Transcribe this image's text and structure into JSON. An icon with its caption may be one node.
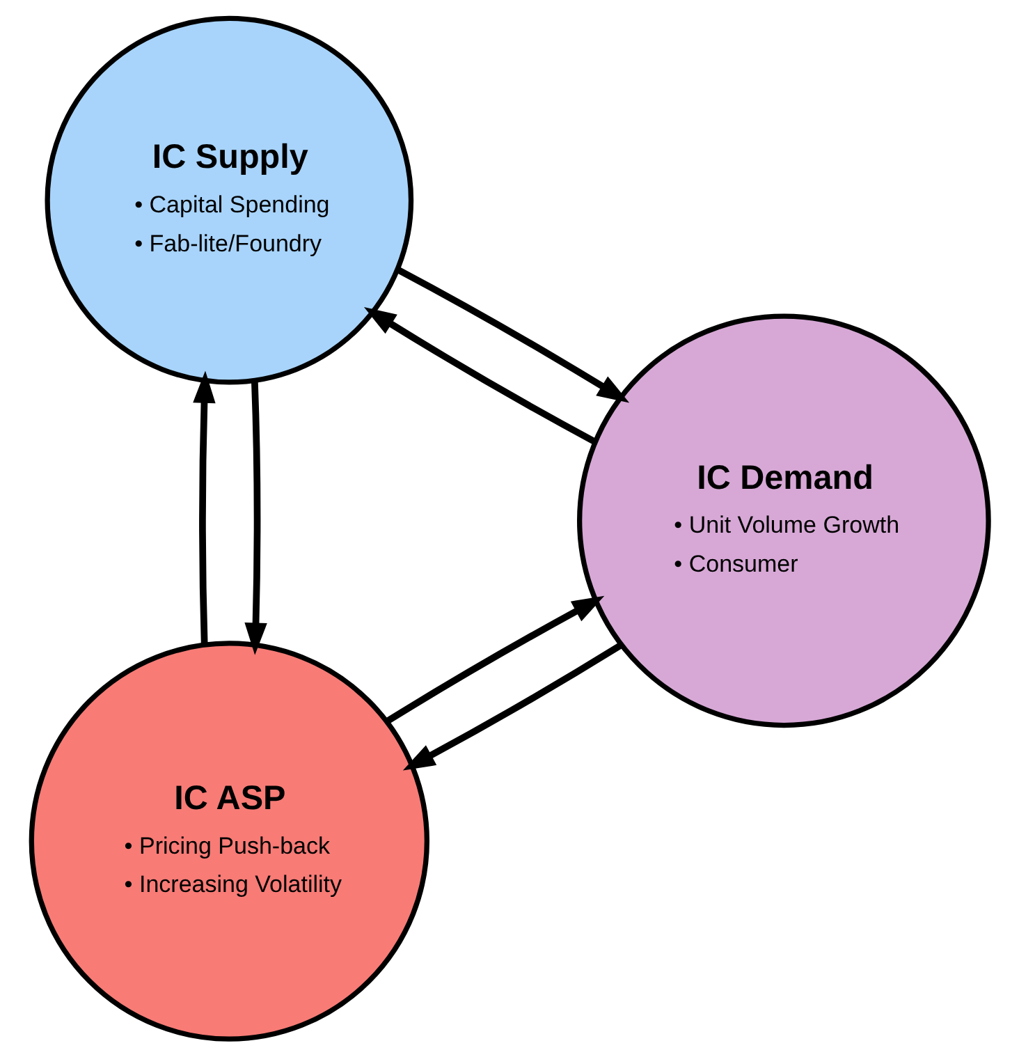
{
  "diagram": {
    "nodes": [
      {
        "text": [
          "IC ASP",
          "• Pricing Push-back",
          "• Increasing Volatility"
        ]
      },
      {
        "text": [
          "IC Supply",
          "• Capital Spending",
          "• Fab-lite/Foundry"
        ]
      },
      {
        "text": [
          "IC Demand",
          "• Unit Volume Growth",
          "• Consumer"
        ]
      }
    ],
    "edges": [
      {
        "from": 0,
        "to": 1,
        "arrow": "to"
      },
      {
        "from": 1,
        "to": 0,
        "arrow": "to"
      },
      {
        "from": 2,
        "to": 1,
        "arrow": "to"
      },
      {
        "from": 1,
        "to": 2,
        "arrow": "to"
      },
      {
        "from": 0,
        "to": 2,
        "arrow": "to"
      },
      {
        "from": 2,
        "to": 0,
        "arrow": "to"
      }
    ]
  }
}
